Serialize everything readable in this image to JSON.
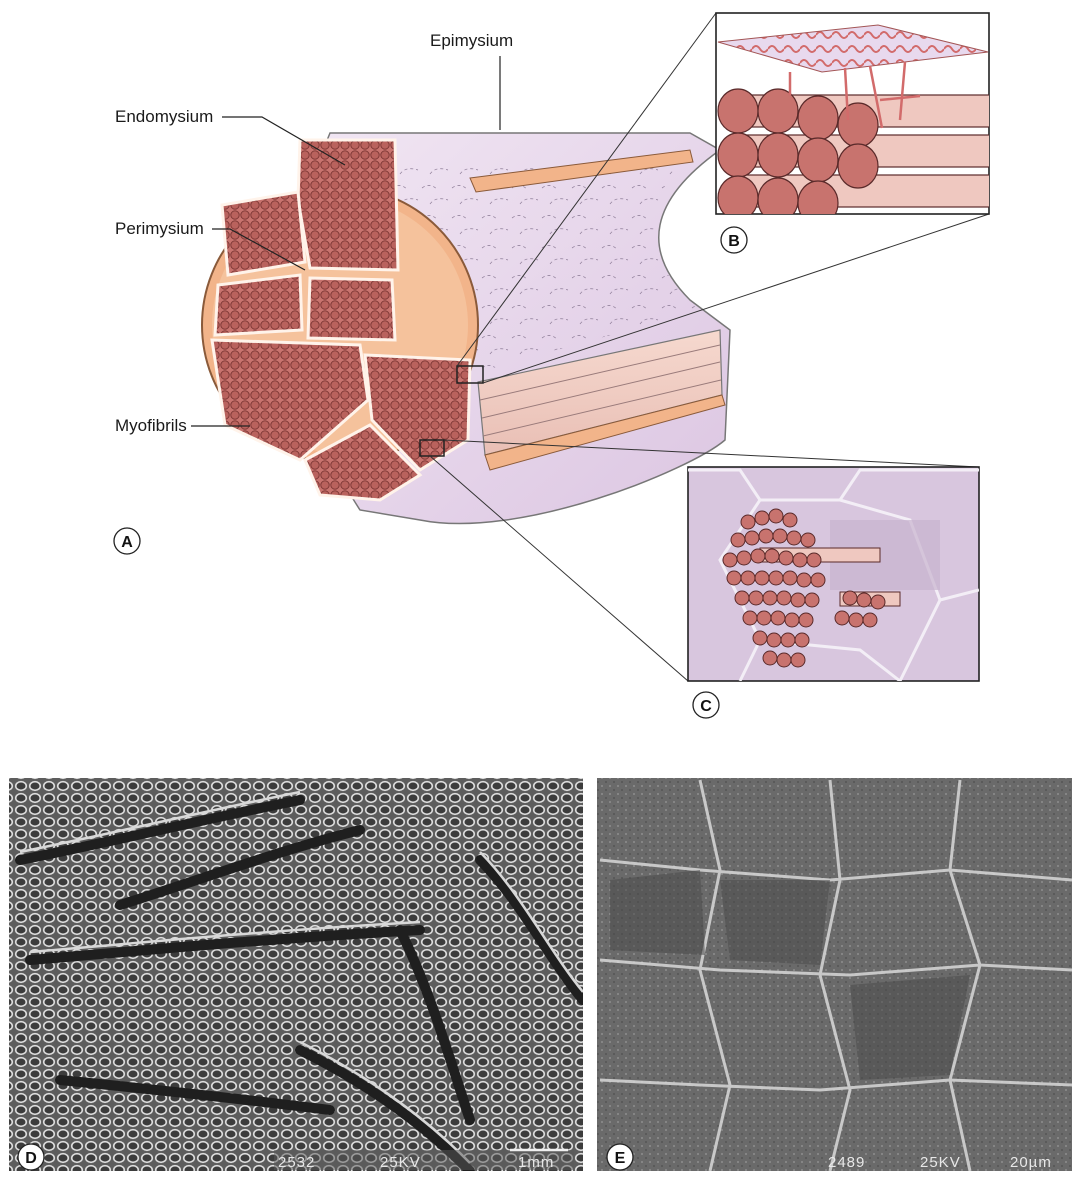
{
  "labels": {
    "epimysium": "Epimysium",
    "endomysium": "Endomysium",
    "perimysium": "Perimysium",
    "myofibrils": "Myofibrils"
  },
  "panels": {
    "a": "A",
    "b": "B",
    "c": "C",
    "d": "D",
    "e": "E"
  },
  "micrographs": {
    "d_code": "2532",
    "d_kv": "25KV",
    "d_scale": "1mm",
    "e_code": "2489",
    "e_kv": "25KV",
    "e_scale": "20µm"
  },
  "colors": {
    "sheath": "#f2b48a",
    "fibre": "#c8736e",
    "fibre_dark": "#7a3432",
    "membrane": "#e6d6ea",
    "sem_bg": "#6b6b6b"
  }
}
